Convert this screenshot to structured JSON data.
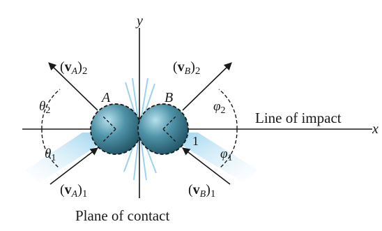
{
  "axes": {
    "x_label": "x",
    "y_label": "y"
  },
  "bodies": {
    "a_label": "A",
    "b_label": "B"
  },
  "angles": {
    "theta_top": "θ",
    "theta_top_sub": "2",
    "theta_bottom": "θ",
    "theta_bottom_sub": "1",
    "phi_top": "φ",
    "phi_top_sub": "2",
    "phi_bottom": "φ",
    "phi_bottom_sub": "1"
  },
  "velocities": {
    "va2": {
      "open": "(",
      "sym": "v",
      "body": "A",
      "close": ")",
      "sub": "2"
    },
    "vb2": {
      "open": "(",
      "sym": "v",
      "body": "B",
      "close": ")",
      "sub": "2"
    },
    "va1": {
      "open": "(",
      "sym": "v",
      "body": "A",
      "close": ")",
      "sub": "1"
    },
    "vb1": {
      "open": "(",
      "sym": "v",
      "body": "B",
      "close": ")",
      "sub": "1"
    }
  },
  "captions": {
    "line_of_impact": "Line of impact",
    "plane_of_contact": "Plane of contact",
    "contact_mark": "1"
  },
  "colors": {
    "sphere": "#3f7f94",
    "sphere_highlight": "#9fd0de",
    "glow": "#8fcfee",
    "axis": "#1a1a1a"
  }
}
